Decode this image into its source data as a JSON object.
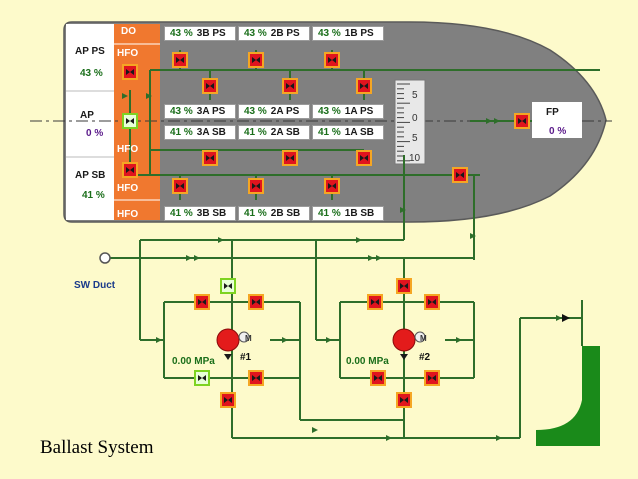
{
  "caption": "Ballast System",
  "fuel_labels": {
    "do": "DO",
    "hfo_top": "HFO",
    "hfo_mid": "HFO",
    "hfo_low": "HFO",
    "hfo_bottom": "HFO"
  },
  "aft_tanks": [
    {
      "name": "AP PS",
      "level": "43 %"
    },
    {
      "name": "AP",
      "level": "0 %"
    },
    {
      "name": "AP SB",
      "level": "41 %"
    }
  ],
  "fp_tank": {
    "name": "FP",
    "level": "0 %"
  },
  "tanks_top": [
    {
      "level": "43 %",
      "name": "3B PS"
    },
    {
      "level": "43 %",
      "name": "2B PS"
    },
    {
      "level": "43 %",
      "name": "1B PS"
    }
  ],
  "tanks_mid_ps": [
    {
      "level": "43 %",
      "name": "3A PS"
    },
    {
      "level": "43 %",
      "name": "2A PS"
    },
    {
      "level": "43 %",
      "name": "1A PS"
    }
  ],
  "tanks_mid_sb": [
    {
      "level": "41 %",
      "name": "3A SB"
    },
    {
      "level": "41 %",
      "name": "2A SB"
    },
    {
      "level": "41 %",
      "name": "1A SB"
    }
  ],
  "tanks_bottom": [
    {
      "level": "41 %",
      "name": "3B SB"
    },
    {
      "level": "41 %",
      "name": "2B SB"
    },
    {
      "level": "41 %",
      "name": "1B SB"
    }
  ],
  "draft_scale": [
    "5",
    "0",
    "5",
    "10"
  ],
  "sw_duct": "SW Duct",
  "pumps": [
    {
      "id": "#1",
      "pressure": "0.00 MPa",
      "motor": "M"
    },
    {
      "id": "#2",
      "pressure": "0.00 MPa",
      "motor": "M"
    }
  ],
  "colors": {
    "pipe": "#2e6e2a",
    "valve_closed": "#e0141e",
    "valve_box": "#f5a623",
    "valve_open": "#7ed321",
    "fuel": "#f0782f",
    "hull": "#808080",
    "pump": "#e31b1b"
  }
}
